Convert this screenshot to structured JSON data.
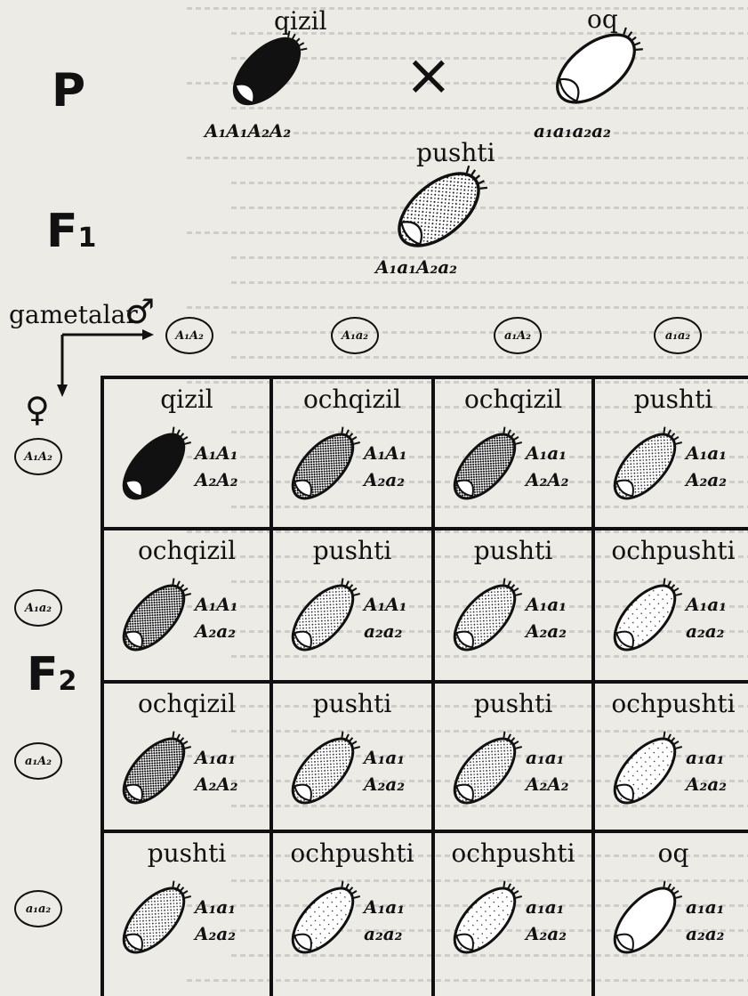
{
  "parents": {
    "label": "P",
    "cross_symbol": "×",
    "female": {
      "color_name": "qizil",
      "genotype": "A₁A₁A₂A₂"
    },
    "male": {
      "color_name": "oq",
      "genotype": "a₁a₁a₂a₂"
    }
  },
  "f1": {
    "label": "F",
    "label_sub": "1",
    "color_name": "pushti",
    "genotype": "A₁a₁A₂a₂"
  },
  "gametes": {
    "label": "gametalar",
    "male_symbol": "♂",
    "female_symbol": "♀",
    "male": [
      "A₁A₂",
      "A₁a₂",
      "a₁A₂",
      "a₁a₂"
    ],
    "female": [
      "A₁A₂",
      "A₁a₂",
      "a₁A₂",
      "a₁a₂"
    ]
  },
  "f2": {
    "label": "F",
    "label_sub": "2",
    "rows": [
      [
        {
          "name": "qizil",
          "g1": "A₁A₁",
          "g2": "A₂A₂",
          "shade": "dark"
        },
        {
          "name": "ochqizil",
          "g1": "A₁A₁",
          "g2": "A₂a₂",
          "shade": "medium"
        },
        {
          "name": "ochqizil",
          "g1": "A₁a₁",
          "g2": "A₂A₂",
          "shade": "medium"
        },
        {
          "name": "pushti",
          "g1": "A₁a₁",
          "g2": "A₂a₂",
          "shade": "light"
        }
      ],
      [
        {
          "name": "ochqizil",
          "g1": "A₁A₁",
          "g2": "A₂a₂",
          "shade": "medium"
        },
        {
          "name": "pushti",
          "g1": "A₁A₁",
          "g2": "a₂a₂",
          "shade": "light"
        },
        {
          "name": "pushti",
          "g1": "A₁a₁",
          "g2": "A₂a₂",
          "shade": "light"
        },
        {
          "name": "ochpushti",
          "g1": "A₁a₁",
          "g2": "a₂a₂",
          "shade": "pale"
        }
      ],
      [
        {
          "name": "ochqizil",
          "g1": "A₁a₁",
          "g2": "A₂A₂",
          "shade": "medium"
        },
        {
          "name": "pushti",
          "g1": "A₁a₁",
          "g2": "A₂a₂",
          "shade": "light"
        },
        {
          "name": "pushti",
          "g1": "a₁a₁",
          "g2": "A₂A₂",
          "shade": "light"
        },
        {
          "name": "ochpushti",
          "g1": "a₁a₁",
          "g2": "A₂a₂",
          "shade": "pale"
        }
      ],
      [
        {
          "name": "pushti",
          "g1": "A₁a₁",
          "g2": "A₂a₂",
          "shade": "light"
        },
        {
          "name": "ochpushti",
          "g1": "A₁a₁",
          "g2": "a₂a₂",
          "shade": "pale"
        },
        {
          "name": "ochpushti",
          "g1": "a₁a₁",
          "g2": "A₂a₂",
          "shade": "pale"
        },
        {
          "name": "oq",
          "g1": "a₁a₁",
          "g2": "a₂a₂",
          "shade": "white"
        }
      ]
    ]
  }
}
